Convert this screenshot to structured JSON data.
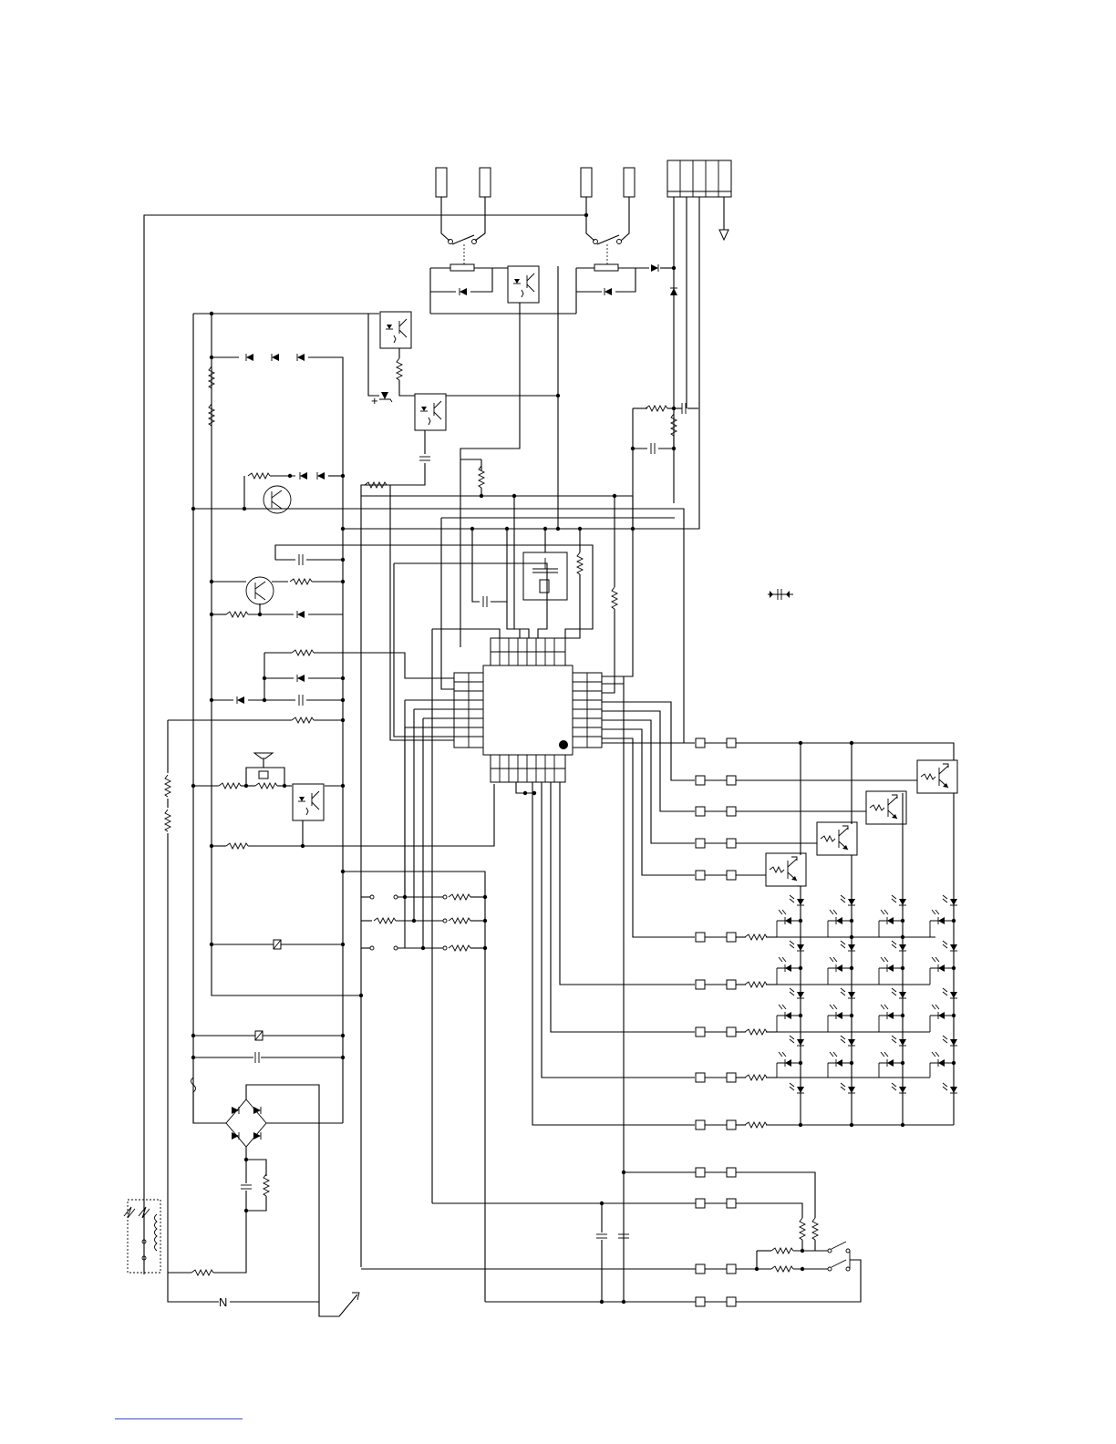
{
  "page": {
    "background": "#ffffff",
    "line_color": "#000000",
    "footer_rule_color": "#3a4fd6"
  },
  "schematic": {
    "ic": {
      "label": "",
      "pins_per_side": 8
    },
    "terminal_block": {
      "positions": 5
    },
    "led_matrix": {
      "rows": 4,
      "columns": 4
    },
    "icons": [
      "microcontroller-icon",
      "relay-icon",
      "transformer-icon",
      "bridge-rectifier-icon",
      "buzzer-icon",
      "crystal-icon",
      "optocoupler-icon",
      "transistor-icon",
      "led-icon",
      "diode-icon",
      "zener-icon",
      "resistor-icon",
      "capacitor-icon",
      "ground-icon",
      "switch-icon",
      "connector-icon",
      "fuse-icon",
      "varistor-icon"
    ]
  }
}
